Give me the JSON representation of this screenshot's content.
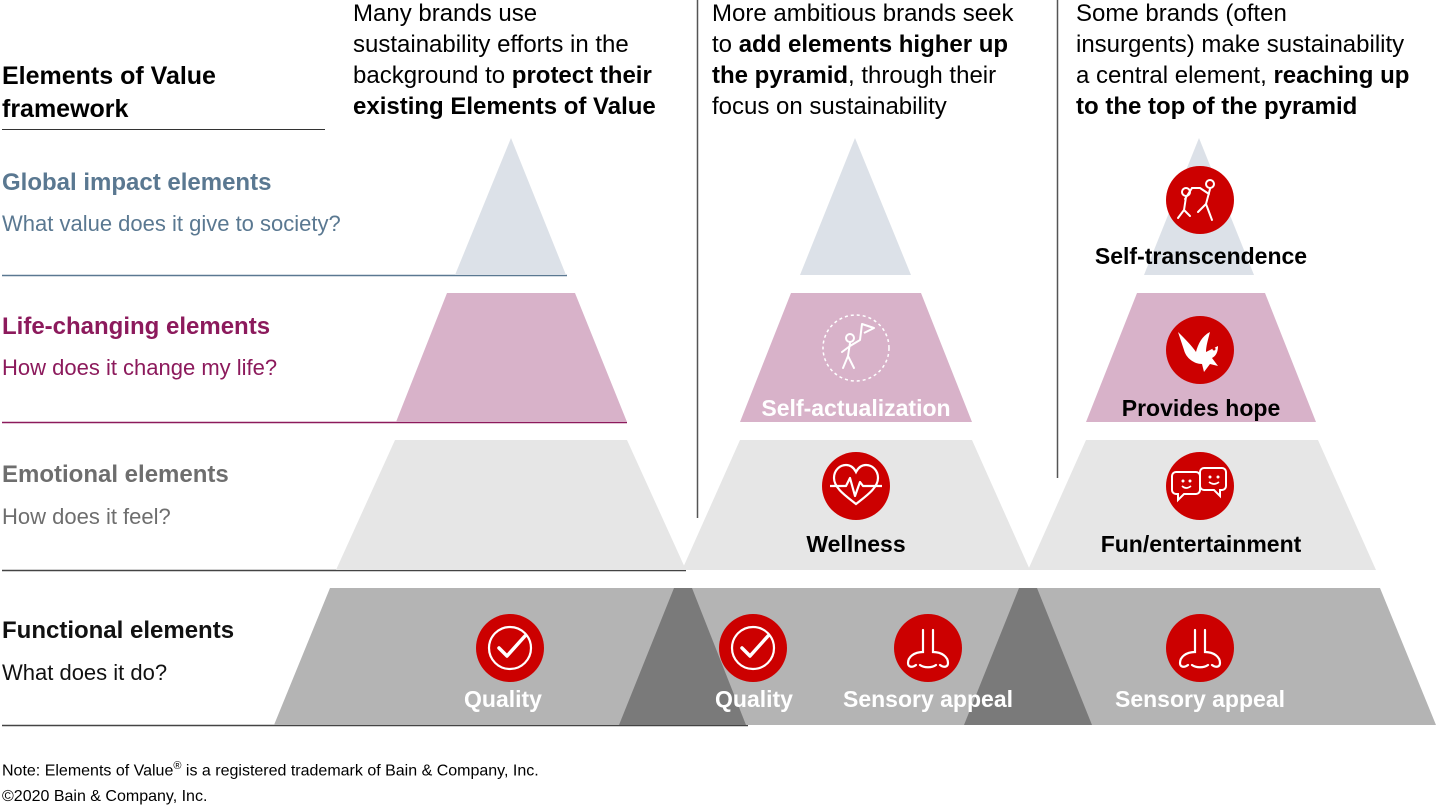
{
  "framework": {
    "title_line1": "Elements of Value",
    "title_line2": "framework"
  },
  "tiers": [
    {
      "name": "Global impact elements",
      "question": "What value does it give to society?",
      "color": "#5a7891",
      "fill": "#dce1e8"
    },
    {
      "name": "Life-changing elements",
      "question": "How does it change my life?",
      "color": "#8c1a5c",
      "fill": "#d8b2c9"
    },
    {
      "name": "Emotional elements",
      "question": "How does it feel?",
      "color": "#6e6e6e",
      "fill": "#e6e6e6"
    },
    {
      "name": "Functional elements",
      "question": "What does it do?",
      "color": "#111111",
      "fill": "#b4b4b4"
    }
  ],
  "columns": [
    {
      "text_plain": "Many brands use sustainability efforts in the background to ",
      "text_bold": "protect their existing Elements of Value",
      "text_after": "",
      "lines": [
        [
          {
            "t": "Many brands use",
            "b": false
          }
        ],
        [
          {
            "t": "sustainability efforts in the",
            "b": false
          }
        ],
        [
          {
            "t": "background to ",
            "b": false
          },
          {
            "t": "protect their",
            "b": true
          }
        ],
        [
          {
            "t": "existing Elements of Value",
            "b": true
          }
        ]
      ]
    },
    {
      "lines": [
        [
          {
            "t": "More ambitious brands seek",
            "b": false
          }
        ],
        [
          {
            "t": "to ",
            "b": false
          },
          {
            "t": "add elements higher up",
            "b": true
          }
        ],
        [
          {
            "t": "the pyramid",
            "b": true
          },
          {
            "t": ", through their",
            "b": false
          }
        ],
        [
          {
            "t": "focus on sustainability",
            "b": false
          }
        ]
      ]
    },
    {
      "lines": [
        [
          {
            "t": "Some brands (often",
            "b": false
          }
        ],
        [
          {
            "t": "insurgents) make sustainability",
            "b": false
          }
        ],
        [
          {
            "t": "a central element, ",
            "b": false
          },
          {
            "t": "reaching up",
            "b": true
          }
        ],
        [
          {
            "t": "to the top of the pyramid",
            "b": true
          }
        ]
      ]
    }
  ],
  "elements": {
    "quality_1": "Quality",
    "quality_2": "Quality",
    "sensory_1": "Sensory appeal",
    "sensory_2": "Sensory appeal",
    "wellness": "Wellness",
    "fun": "Fun/entertainment",
    "self_actualization": "Self-actualization",
    "provides_hope": "Provides hope",
    "self_transcendence": "Self-transcendence"
  },
  "icons": {
    "quality": "checkmark-badge-icon",
    "sensory": "nose-icon",
    "wellness": "heartbeat-icon",
    "fun": "speech-bubbles-smile-icon",
    "self_actualization": "person-flag-icon",
    "hope": "dove-icon",
    "transcendence": "helping-hand-icon"
  },
  "colors": {
    "accent_red": "#cc0000",
    "overlap_gray": "#7a7a7a",
    "divider": "#555555"
  },
  "notes": {
    "line1_before": "Note: Elements of Value",
    "line1_sup": "®",
    "line1_after": " is a registered trademark of Bain & Company, Inc.",
    "line2": "©2020 Bain & Company, Inc."
  }
}
